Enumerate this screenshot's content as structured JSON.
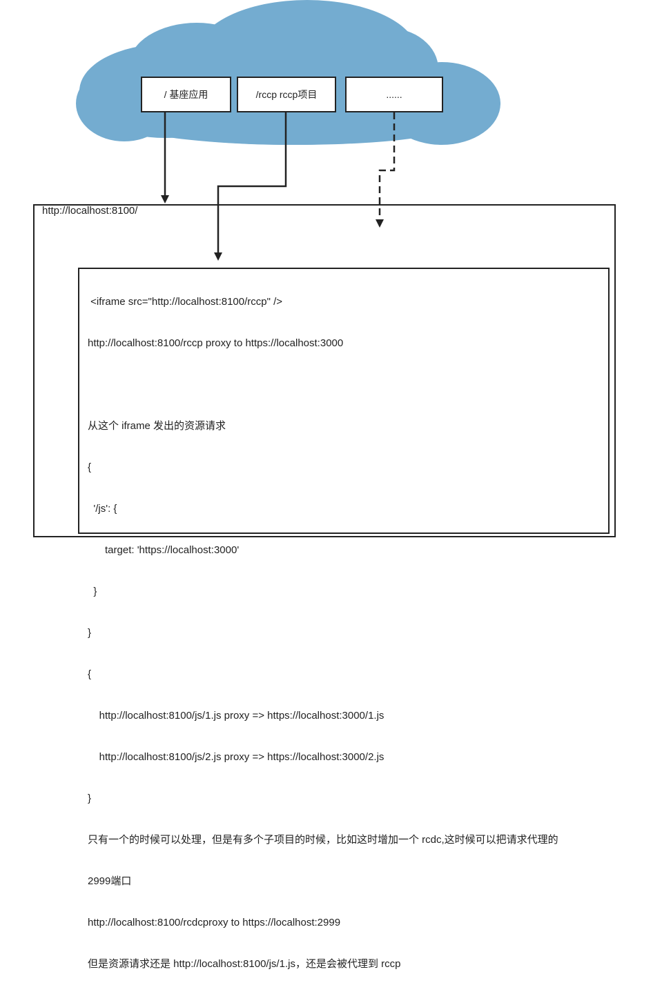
{
  "cloud": {
    "color": "#74acd0",
    "boxes": [
      {
        "label": "/ 基座应用"
      },
      {
        "label": "/rccp rccp项目"
      },
      {
        "label": "......"
      }
    ]
  },
  "outer": {
    "label": "http://localhost:8100/"
  },
  "inner": {
    "lines": [
      " <iframe src=\"http://localhost:8100/rccp\" />",
      "http://localhost:8100/rccp proxy to https://localhost:3000",
      "",
      "从这个 iframe 发出的资源请求",
      "{",
      "  '/js': {",
      "      target: 'https://localhost:3000'",
      "  }",
      "}",
      "{",
      "    http://localhost:8100/js/1.js proxy => https://localhost:3000/1.js",
      "    http://localhost:8100/js/2.js proxy => https://localhost:3000/2.js",
      "}",
      "只有一个的时候可以处理，但是有多个子项目的时候，比如这时增加一个 rcdc,这时候可以把请求代理的",
      "2999端口",
      "http://localhost:8100/rcdcproxy to https://localhost:2999",
      "但是资源请求还是 http://localhost:8100/js/1.js，还是会被代理到 rccp"
    ]
  }
}
